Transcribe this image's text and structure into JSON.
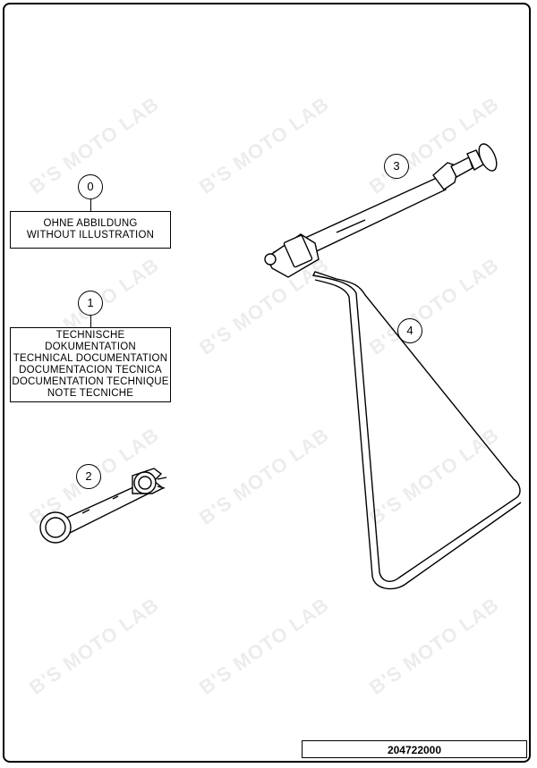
{
  "watermark": {
    "text": "B'S MOTO LAB"
  },
  "callouts": {
    "c0": "0",
    "c1": "1",
    "c2": "2",
    "c3": "3",
    "c4": "4"
  },
  "textboxes": {
    "no_illustration": [
      "OHNE ABBILDUNG",
      "WITHOUT ILLUSTRATION"
    ],
    "technical_documentation": [
      "TECHNISCHE DOKUMENTATION",
      "TECHNICAL DOCUMENTATION",
      "DOCUMENTACION TECNICA",
      "DOCUMENTATION TECHNIQUE",
      "NOTE TECNICHE"
    ]
  },
  "document_number": "204722000",
  "parts": [
    {
      "callout": "0",
      "name": "no-illustration-note"
    },
    {
      "callout": "1",
      "name": "technical-documentation"
    },
    {
      "callout": "2",
      "name": "spanner-wrench"
    },
    {
      "callout": "3",
      "name": "fork-pump-tool"
    },
    {
      "callout": "4",
      "name": "side-stand"
    }
  ]
}
